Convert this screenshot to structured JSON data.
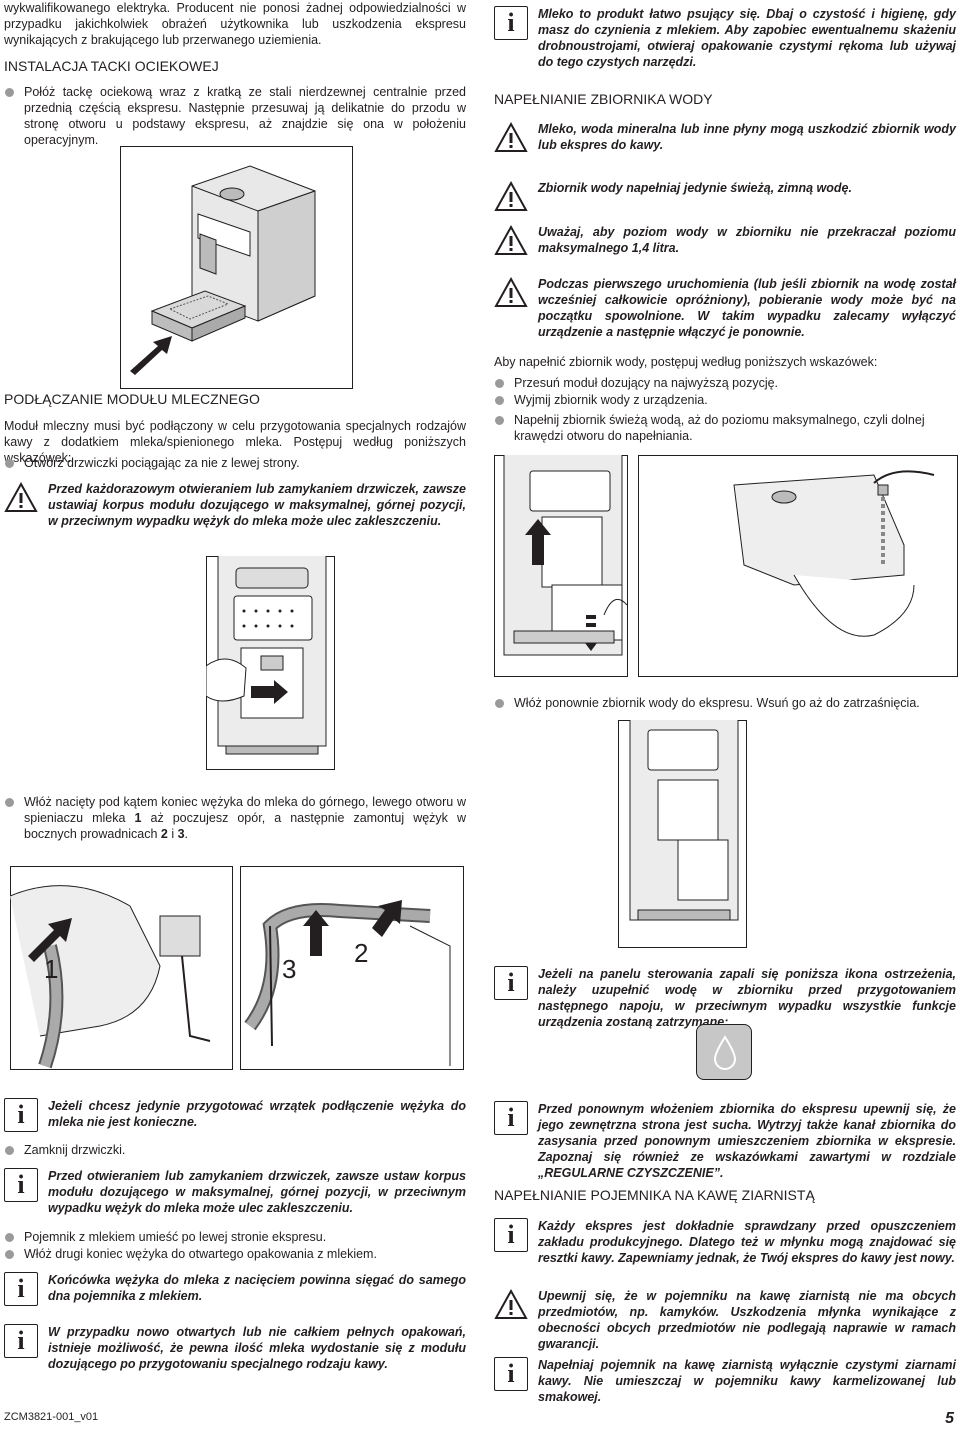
{
  "left": {
    "intro": "wykwalifikowanego elektryka. Producent nie ponosi żadnej odpowiedzialności w przypadku jakichkolwiek obrażeń użytkownika lub uszkodzenia ekspresu wynikających z brakującego lub przerwanego uziemienia.",
    "tray_heading": "INSTALACJA TACKI OCIEKOWEJ",
    "tray_bullet": "Połóż tackę ociekową wraz z kratką ze stali nierdzewnej centralnie przed przednią częścią ekspresu. Następnie przesuwaj ją delikatnie do przodu w stronę otworu u podstawy ekspresu, aż znajdzie się ona w położeniu operacyjnym.",
    "milk_heading": "PODŁĄCZANIE MODUŁU MLECZNEGO",
    "milk_para": "Moduł mleczny musi być podłączony w celu przygotowania specjalnych rodzajów kawy z dodatkiem mleka/spienionego mleka. Postępuj według poniższych wskazówek:",
    "milk_bullet1": "Otwórz drzwiczki pociągając za nie z lewej strony.",
    "warn_door": "Przed każdorazowym otwieraniem lub zamykaniem drzwiczek, zawsze ustawiaj korpus modułu dozującego w maksymalnej, górnej pozycji, w przeciwnym wypadku wężyk do mleka może ulec zakleszczeniu.",
    "hose_bullet_a": "Włóż nacięty pod kątem koniec wężyka do mleka do górnego, lewego otworu w spieniaczu mleka ",
    "hose_bold1": "1",
    "hose_bullet_b": " aż poczujesz opór, a następnie zamontuj wężyk w bocznych prowadnicach ",
    "hose_bold2": "2",
    "hose_bullet_c": " i ",
    "hose_bold3": "3",
    "hose_bullet_d": ".",
    "fig_labels": [
      "1",
      "3",
      "2"
    ],
    "info_hose": "Jeżeli chcesz jedynie przygotować wrzątek podłączenie wężyka do mleka nie jest konieczne.",
    "close_bullet": "Zamknij drzwiczki.",
    "info_door": "Przed otwieraniem lub zamykaniem drzwiczek, zawsze ustaw korpus modułu dozującego w maksymalnej, górnej pozycji, w przeciwnym wypadku wężyk do mleka może ulec zakleszczeniu.",
    "container_bullet1": "Pojemnik z mlekiem umieść po lewej stronie ekspresu.",
    "container_bullet2": "Włóż drugi koniec wężyka do otwartego opakowania z mlekiem.",
    "info_tip": "Końcówka wężyka do mleka z nacięciem powinna sięgać do samego dna pojemnika z mlekiem.",
    "info_new": "W przypadku nowo otwartych lub nie całkiem pełnych opakowań, istnieje możliwość, że pewna ilość mleka wydostanie się z modułu dozującego po przygotowaniu specjalnego rodzaju kawy."
  },
  "right": {
    "info_milk": "Mleko to produkt łatwo psujący się. Dbaj o czystość i higienę, gdy masz do czynienia z mlekiem. Aby zapobiec ewentualnemu skażeniu drobnoustrojami, otwieraj opakowanie czystymi rękoma lub używaj do tego czystych narzędzi.",
    "water_heading": "NAPEŁNIANIE ZBIORNIKA WODY",
    "warn_w1": "Mleko, woda mineralna lub inne płyny mogą uszkodzić zbiornik wody lub ekspres do kawy.",
    "warn_w2": "Zbiornik wody napełniaj jedynie świeżą, zimną wodę.",
    "warn_w3": "Uważaj, aby poziom wody w zbiorniku nie przekraczał poziomu maksymalnego 1,4 litra.",
    "warn_w4": "Podczas pierwszego uruchomienia (lub jeśli zbiornik na wodę został wcześniej całkowicie opróżniony), pobieranie wody może być na początku spowolnione. W takim wypadku zalecamy wyłączyć urządzenie a następnie włączyć je ponownie.",
    "water_para": "Aby napełnić zbiornik wody, postępuj według poniższych wskazówek:",
    "water_b1": "Przesuń moduł dozujący na najwyższą pozycję.",
    "water_b2": "Wyjmij zbiornik wody z urządzenia.",
    "water_b3": "Napełnij zbiornik świeżą wodą, aż do poziomu maksymalnego, czyli dolnej krawędzi otworu do napełniania.",
    "water_b4": "Włóż ponownie zbiornik wody do ekspresu. Wsuń go aż do zatrzaśnięcia.",
    "info_icon": "Jeżeli na panelu sterowania zapali się poniższa ikona ostrzeżenia, należy uzupełnić wodę w zbiorniku przed przygotowaniem następnego napoju, w przeciwnym wypadku wszystkie funkcje urządzenia zostaną zatrzymane:",
    "info_reinsert": "Przed ponownym włożeniem zbiornika do ekspresu upewnij się, że jego zewnętrzna strona jest sucha. Wytrzyj także kanał zbiornika do zasysania przed ponownym umieszczeniem zbiornika w ekspresie. Zapoznaj się również ze wskazówkami zawartymi w rozdziale „REGULARNE CZYSZCZENIE”.",
    "beans_heading": "NAPEŁNIANIE POJEMNIKA NA KAWĘ ZIARNISTĄ",
    "info_beans": "Każdy ekspres jest dokładnie sprawdzany przed opuszczeniem zakładu produkcyjnego. Dlatego też w młynku mogą znajdować się resztki kawy. Zapewniamy jednak, że Twój ekspres do kawy jest nowy.",
    "warn_beans": "Upewnij się, że w pojemniku na kawę ziarnistą nie ma obcych przedmiotów, np. kamyków. Uszkodzenia młynka wynikające z obecności obcych przedmiotów nie podlegają naprawie w ramach gwarancji.",
    "info_fill": "Napełniaj pojemnik na kawę ziarnistą wyłącznie czystymi ziarnami kawy. Nie umieszczaj w pojemniku kawy karmelizowanej lub smakowej."
  },
  "footer": {
    "code": "ZCM3821-001_v01",
    "page": "5"
  }
}
